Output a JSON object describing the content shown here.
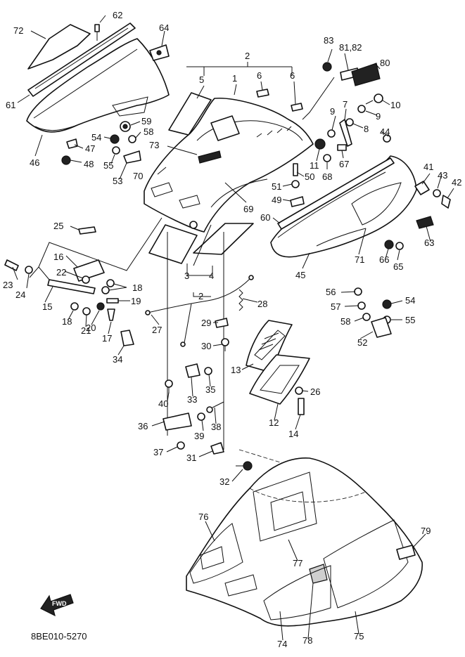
{
  "diagram_code": "8BE010-5270",
  "forward_label": "FWD",
  "callouts": {
    "c1": "1",
    "c2a": "2",
    "c2b": "2",
    "c3": "3",
    "c4": "4",
    "c5": "5",
    "c6a": "6",
    "c6b": "6",
    "c7": "7",
    "c8": "8",
    "c9a": "9",
    "c9b": "9",
    "c10": "10",
    "c11": "11",
    "c12": "12",
    "c13": "13",
    "c14": "14",
    "c15": "15",
    "c16": "16",
    "c17": "17",
    "c18a": "18",
    "c18b": "18",
    "c19": "19",
    "c20": "20",
    "c21": "21",
    "c22": "22",
    "c23": "23",
    "c24": "24",
    "c25": "25",
    "c26": "26",
    "c27": "27",
    "c28": "28",
    "c29": "29",
    "c30": "30",
    "c31": "31",
    "c32": "32",
    "c33": "33",
    "c34": "34",
    "c35": "35",
    "c36": "36",
    "c37": "37",
    "c38": "38",
    "c39": "39",
    "c40": "40",
    "c41": "41",
    "c42": "42",
    "c43": "43",
    "c44": "44",
    "c45": "45",
    "c46": "46",
    "c47": "47",
    "c48": "48",
    "c49": "49",
    "c50": "50",
    "c51": "51",
    "c52": "52",
    "c53": "53",
    "c54a": "54",
    "c54b": "54",
    "c55a": "55",
    "c55b": "55",
    "c56": "56",
    "c57": "57",
    "c58a": "58",
    "c58b": "58",
    "c59": "59",
    "c60": "60",
    "c61": "61",
    "c62": "62",
    "c63": "63",
    "c64": "64",
    "c65": "65",
    "c66": "66",
    "c67": "67",
    "c68": "68",
    "c69": "69",
    "c70": "70",
    "c71": "71",
    "c72": "72",
    "c73": "73",
    "c74": "74",
    "c75": "75",
    "c76": "76",
    "c77": "77",
    "c78": "78",
    "c79": "79",
    "c80": "80",
    "c8182": "81,82",
    "c83": "83"
  }
}
